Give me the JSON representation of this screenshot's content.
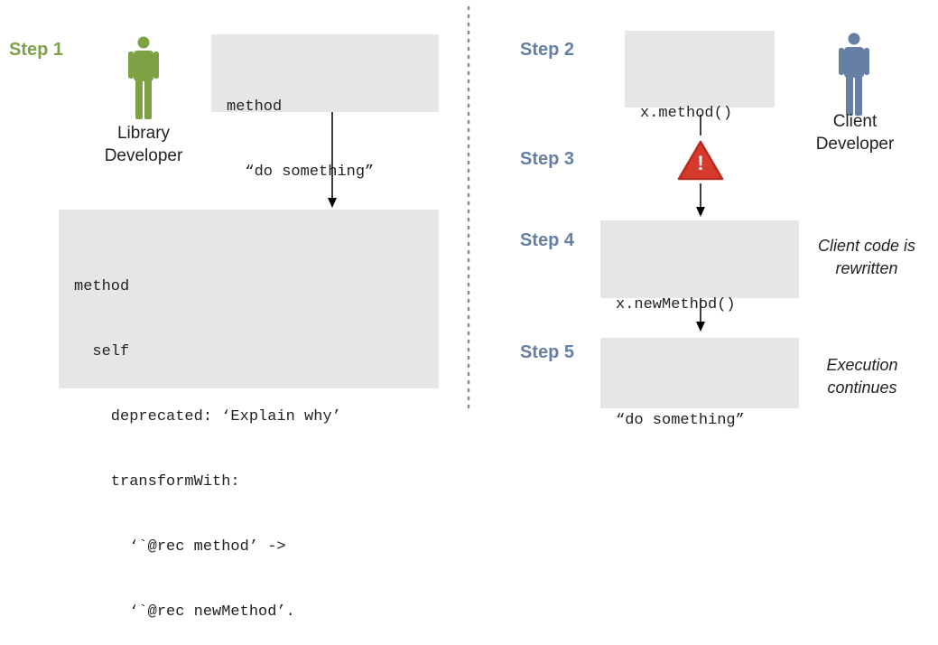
{
  "colors": {
    "step_left": "#7da244",
    "step_right": "#6580a4",
    "library_developer_figure": "#7da244",
    "client_developer_figure": "#6580a4",
    "code_box_bg": "#e6e6e6",
    "warning": "#d63a2c"
  },
  "left": {
    "step1": "Step 1",
    "library_developer": [
      "Library",
      "Developer"
    ],
    "original_code": [
      "method",
      "  “do something”"
    ],
    "deprecated_code": [
      "method",
      "  self",
      "    deprecated: ‘Explain why’",
      "    transformWith:",
      "      ‘`@rec method’ ->",
      "      ‘`@rec newMethod’."
    ]
  },
  "right": {
    "step2": "Step 2",
    "step3": "Step 3",
    "step4": "Step 4",
    "step5": "Step 5",
    "call_old": "x.method()",
    "warning_mark": "!",
    "call_new": "x.newMethod()",
    "result": "“do something”",
    "client_developer": [
      "Client",
      "Developer"
    ],
    "note_rewritten": [
      "Client code is",
      "rewritten"
    ],
    "note_continues": [
      "Execution",
      "continues"
    ]
  },
  "icons": {
    "library_developer_figure": "person-icon",
    "client_developer_figure": "person-icon",
    "warning": "warning-triangle-icon"
  }
}
